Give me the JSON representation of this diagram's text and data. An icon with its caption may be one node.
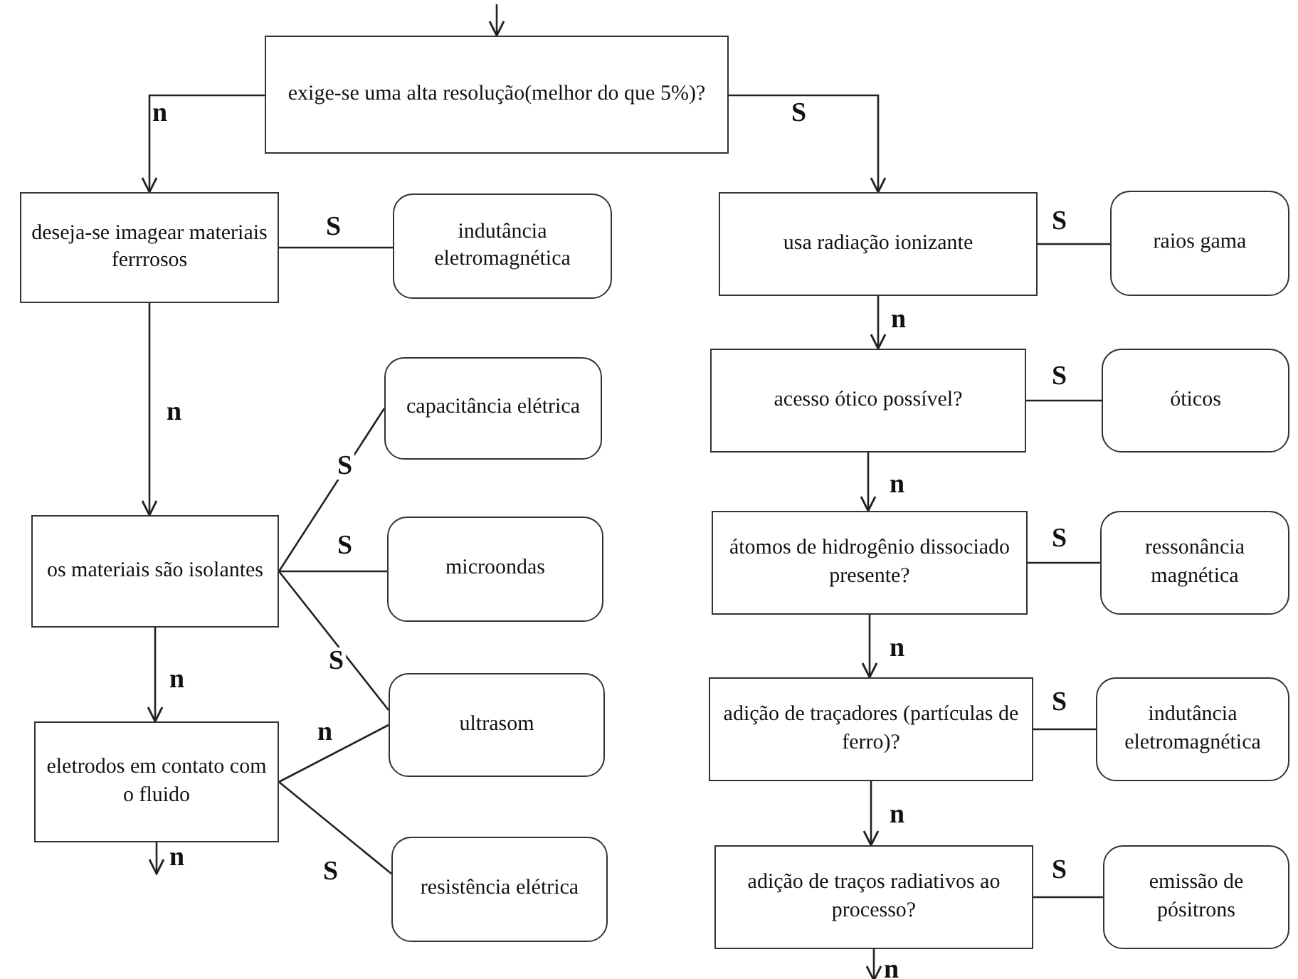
{
  "diagram": {
    "nodes": [
      {
        "text": [
          "exige-se uma alta resolução(melhor do que 5%)?"
        ]
      },
      {
        "text": [
          "deseja-se imagear materiais ferrrosos"
        ]
      },
      {
        "text": [
          "indutância eletromagnética"
        ]
      },
      {
        "text": [
          "os materiais são isolantes"
        ]
      },
      {
        "text": [
          "capacitância elétrica"
        ]
      },
      {
        "text": [
          "microondas"
        ]
      },
      {
        "text": [
          "ultrasom"
        ]
      },
      {
        "text": [
          "eletrodos em contato com o fluido"
        ]
      },
      {
        "text": [
          "resistência elétrica"
        ]
      },
      {
        "text": [
          "usa radiação ionizante"
        ]
      },
      {
        "text": [
          "raios gama"
        ]
      },
      {
        "text": [
          "acesso ótico possível?"
        ]
      },
      {
        "text": [
          "óticos"
        ]
      },
      {
        "text": [
          "átomos de hidrogênio dissociado presente?"
        ]
      },
      {
        "text": [
          "ressonância magnética"
        ]
      },
      {
        "text": [
          "adição de traçadores (partículas de ferro)?"
        ]
      },
      {
        "text": [
          "indutância eletromagnética"
        ]
      },
      {
        "text": [
          "adição de traços radiativos ao processo?"
        ]
      },
      {
        "text": [
          "emissão de pósitrons"
        ]
      }
    ],
    "edges": [
      {
        "from": null,
        "to": 0,
        "arrow": "to"
      },
      {
        "from": 0,
        "to": 1,
        "arrow": "to",
        "label": "n"
      },
      {
        "from": 0,
        "to": 9,
        "arrow": "to",
        "label": "S"
      },
      {
        "from": 1,
        "to": 2,
        "arrow": "none",
        "label": "S"
      },
      {
        "from": 1,
        "to": 3,
        "arrow": "to",
        "label": "n"
      },
      {
        "from": 3,
        "to": 4,
        "arrow": "none",
        "label": "S"
      },
      {
        "from": 3,
        "to": 5,
        "arrow": "none",
        "label": "S"
      },
      {
        "from": 3,
        "to": 6,
        "arrow": "none",
        "label": "S"
      },
      {
        "from": 3,
        "to": 7,
        "arrow": "to",
        "label": "n"
      },
      {
        "from": 7,
        "to": 6,
        "arrow": "none",
        "label": "n"
      },
      {
        "from": 7,
        "to": 8,
        "arrow": "none",
        "label": "S"
      },
      {
        "from": 7,
        "to": null,
        "arrow": "to",
        "label": "n"
      },
      {
        "from": 9,
        "to": 10,
        "arrow": "none",
        "label": "S"
      },
      {
        "from": 9,
        "to": 11,
        "arrow": "to",
        "label": "n"
      },
      {
        "from": 11,
        "to": 12,
        "arrow": "none",
        "label": "S"
      },
      {
        "from": 11,
        "to": 13,
        "arrow": "to",
        "label": "n"
      },
      {
        "from": 13,
        "to": 14,
        "arrow": "none",
        "label": "S"
      },
      {
        "from": 13,
        "to": 15,
        "arrow": "to",
        "label": "n"
      },
      {
        "from": 15,
        "to": 16,
        "arrow": "none",
        "label": "S"
      },
      {
        "from": 15,
        "to": 17,
        "arrow": "to",
        "label": "n"
      },
      {
        "from": 17,
        "to": 18,
        "arrow": "none",
        "label": "S"
      },
      {
        "from": 17,
        "to": null,
        "arrow": "to",
        "label": "n"
      }
    ]
  }
}
